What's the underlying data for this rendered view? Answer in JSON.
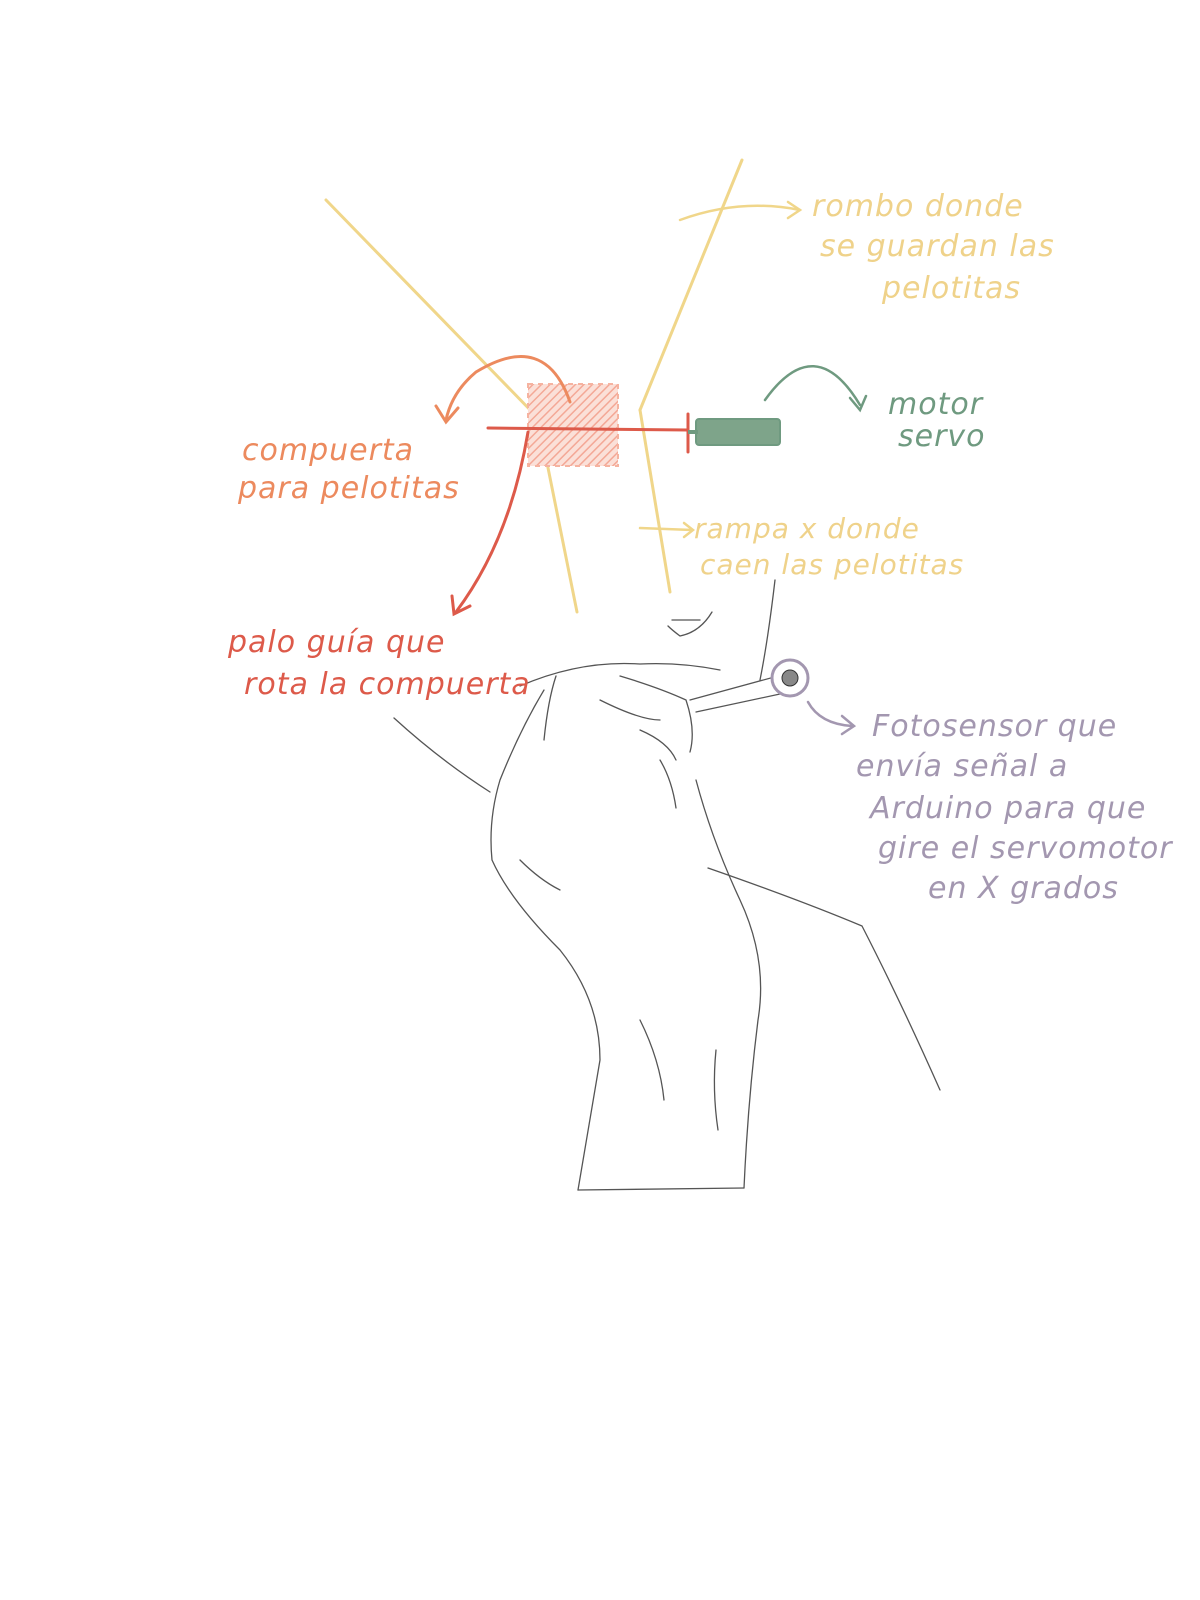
{
  "labels": {
    "rombo": [
      "rombo donde",
      "se guardan las",
      "pelotitas"
    ],
    "motor": [
      "motor",
      "servo"
    ],
    "compuerta": [
      "compuerta",
      "para pelotitas"
    ],
    "rampa": [
      "rampa x donde",
      "caen las pelotitas"
    ],
    "palo": [
      "palo guía que",
      "rota la compuerta"
    ],
    "fotosensor": [
      "Fotosensor que",
      "envía señal a",
      "Arduino para que",
      "gire el servomotor",
      "en X grados"
    ]
  },
  "colors": {
    "structure": "#f0d68a",
    "rombo_text": "#efd28a",
    "motor": "#6f9a80",
    "compuerta": "#ec8a5e",
    "gate_fill": "#f6b3a0",
    "palo": "#dd5a4a",
    "fotosensor": "#a397b0",
    "ink": "#555555"
  },
  "icons": {
    "servo": "servo-motor-icon",
    "gate": "gate-icon",
    "sensor": "photosensor-icon",
    "hand": "hand-drawing"
  }
}
